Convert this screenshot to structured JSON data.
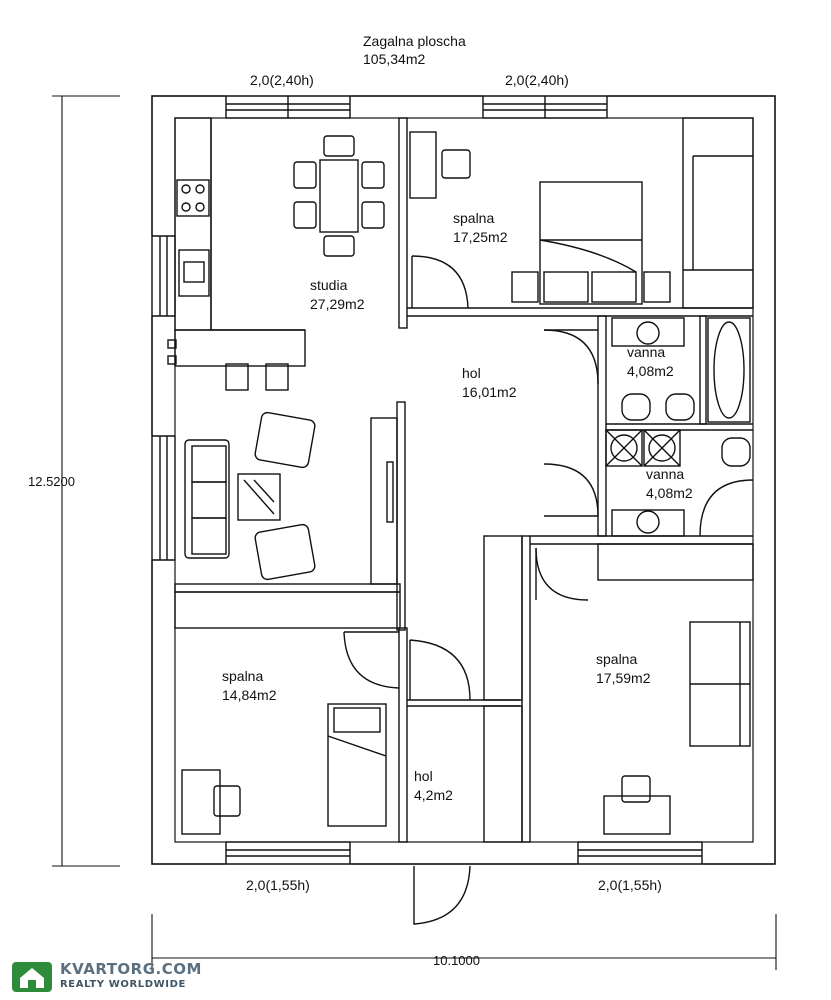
{
  "header": {
    "title": "Zagalna ploscha",
    "total_area": "105,34m2"
  },
  "dimensions": {
    "top_left_window": "2,0(2,40h)",
    "top_right_window": "2,0(2,40h)",
    "bottom_left_window": "2,0(1,55h)",
    "bottom_right_window": "2,0(1,55h)",
    "height": "12.5200",
    "width": "10.1000"
  },
  "rooms": {
    "studia": {
      "name": "studia",
      "area": "27,29m2"
    },
    "spalna_top": {
      "name": "spalna",
      "area": "17,25m2"
    },
    "hol_main": {
      "name": "hol",
      "area": "16,01m2"
    },
    "vanna_1": {
      "name": "vanna",
      "area": "4,08m2"
    },
    "vanna_2": {
      "name": "vanna",
      "area": "4,08m2"
    },
    "spalna_left": {
      "name": "spalna",
      "area": "14,84m2"
    },
    "spalna_right": {
      "name": "spalna",
      "area": "17,59m2"
    },
    "hol_small": {
      "name": "hol",
      "area": "4,2m2"
    }
  },
  "watermark": {
    "brand": "KVARTORG.COM",
    "tagline": "REALTY WORLDWIDE",
    "logo_icon": "house-icon",
    "accent": "#2e8b3a"
  }
}
